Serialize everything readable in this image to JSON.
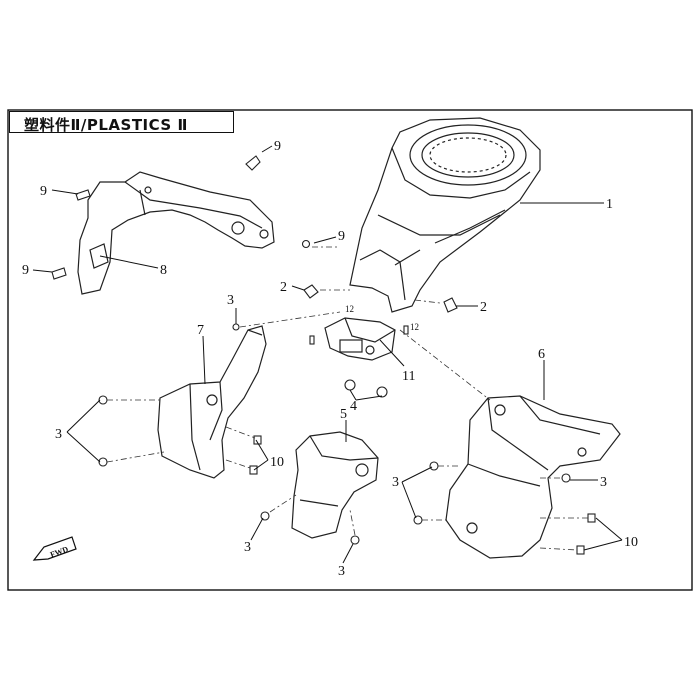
{
  "title": "塑料件Ⅱ/PLASTICS Ⅱ",
  "fwd_label": "FWD",
  "callouts": {
    "c1": "1",
    "c2a": "2",
    "c2b": "2",
    "c3a": "3",
    "c3b": "3",
    "c3c": "3",
    "c3d": "3",
    "c3e": "3",
    "c3f": "3",
    "c4": "4",
    "c5": "5",
    "c6": "6",
    "c7": "7",
    "c8": "8",
    "c9a": "9",
    "c9b": "9",
    "c9c": "9",
    "c9d": "9",
    "c10a": "10",
    "c10b": "10",
    "c11": "11",
    "c12a": "12",
    "c12b": "12"
  }
}
